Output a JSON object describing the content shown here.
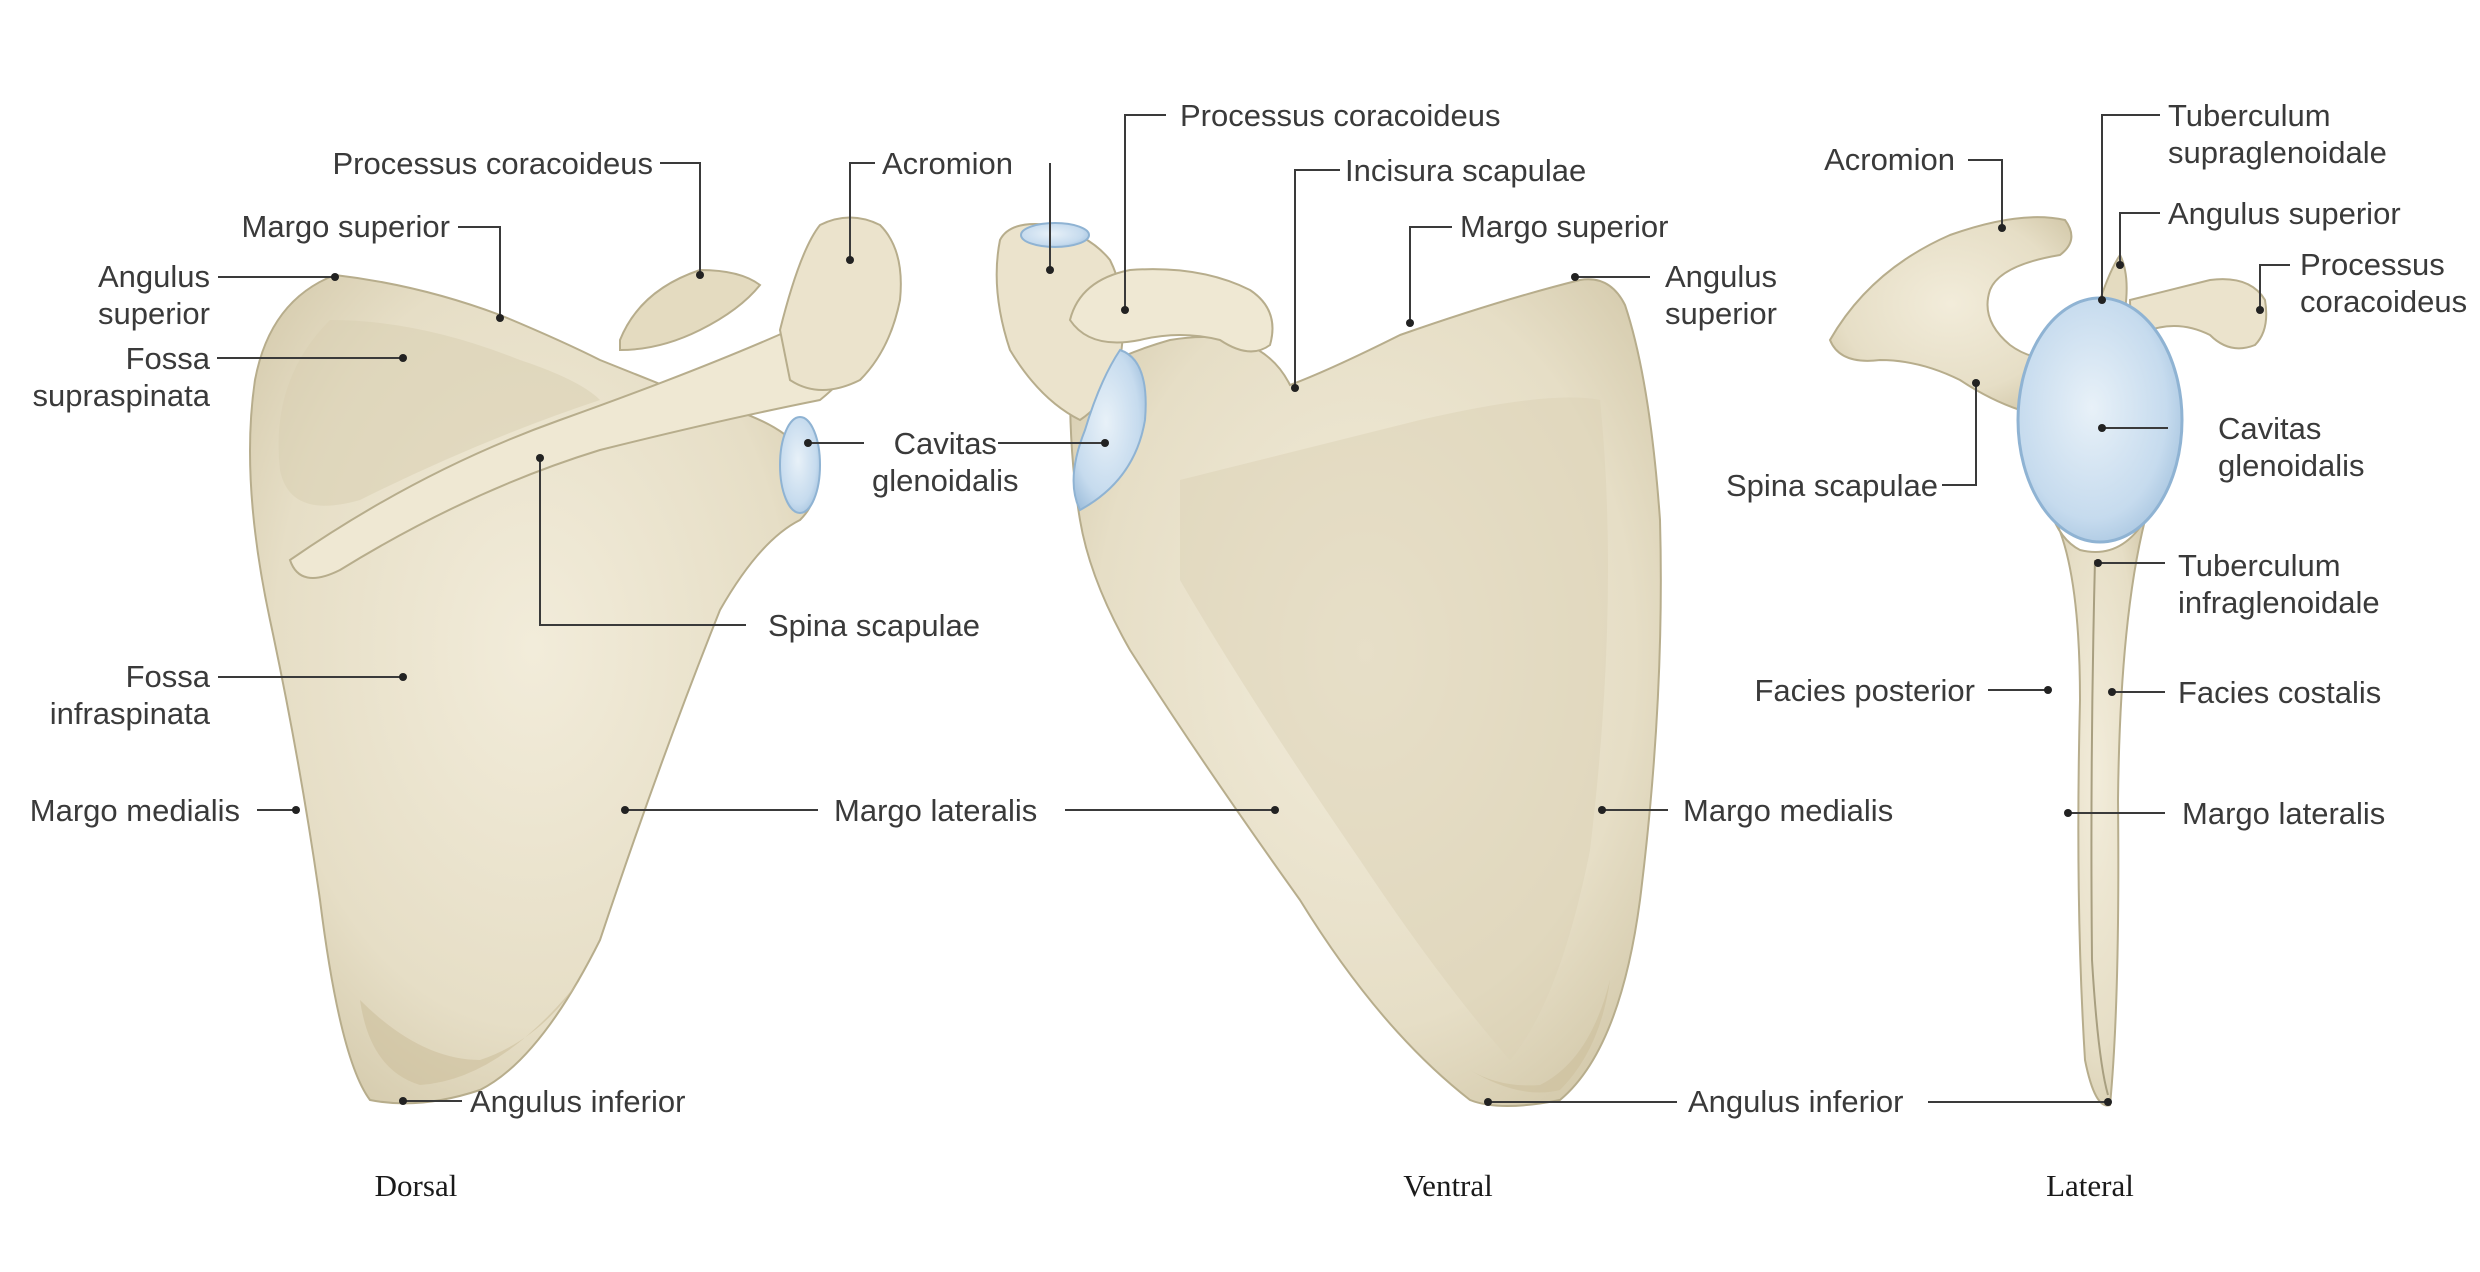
{
  "views": {
    "dorsal": {
      "title": "Dorsal",
      "labels": {
        "processus_coracoideus": "Processus coracoideus",
        "acromion": "Acromion",
        "margo_superior": "Margo superior",
        "angulus_superior_1": "Angulus",
        "angulus_superior_2": "superior",
        "fossa_supraspinata_1": "Fossa",
        "fossa_supraspinata_2": "supraspinata",
        "cavitas_glenoidalis_1": "Cavitas",
        "cavitas_glenoidalis_2": "glenoidalis",
        "spina_scapulae": "Spina scapulae",
        "fossa_infraspinata_1": "Fossa",
        "fossa_infraspinata_2": "infraspinata",
        "margo_medialis": "Margo medialis",
        "margo_lateralis": "Margo lateralis",
        "angulus_inferior": "Angulus inferior"
      }
    },
    "ventral": {
      "title": "Ventral",
      "labels": {
        "processus_coracoideus": "Processus coracoideus",
        "incisura_scapulae": "Incisura scapulae",
        "margo_superior": "Margo superior",
        "angulus_superior_1": "Angulus",
        "angulus_superior_2": "superior",
        "margo_medialis": "Margo medialis",
        "angulus_inferior": "Angulus inferior"
      }
    },
    "lateral": {
      "title": "Lateral",
      "labels": {
        "acromion": "Acromion",
        "tuberculum_supraglenoidale_1": "Tuberculum",
        "tuberculum_supraglenoidale_2": "supraglenoidale",
        "angulus_superior": "Angulus superior",
        "processus_coracoideus_1": "Processus",
        "processus_coracoideus_2": "coracoideus",
        "cavitas_glenoidalis_1": "Cavitas",
        "cavitas_glenoidalis_2": "glenoidalis",
        "spina_scapulae": "Spina scapulae",
        "tuberculum_infraglenoidale_1": "Tuberculum",
        "tuberculum_infraglenoidale_2": "infraglenoidale",
        "facies_posterior": "Facies posterior",
        "facies_costalis": "Facies costalis",
        "margo_lateralis": "Margo lateralis"
      }
    }
  },
  "colors": {
    "bone": "#e7e0c9",
    "bone_shadow": "#c9bf9f",
    "bone_outline": "#a89f80",
    "cartilage": "#cfe0ee",
    "cartilage_edge": "#8fb3d3",
    "leader": "#3a3a3a",
    "text": "#3a3a3a"
  }
}
